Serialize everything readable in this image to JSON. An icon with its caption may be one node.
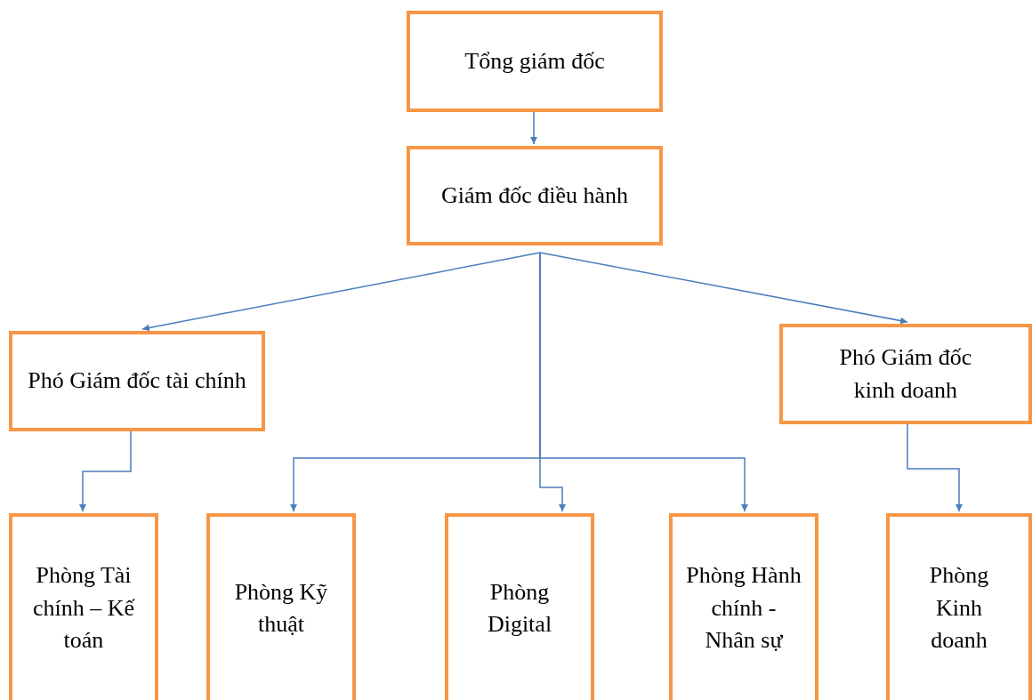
{
  "diagram": {
    "nodes": [
      {
        "text": [
          "Tổng giám đốc"
        ]
      },
      {
        "text": [
          "Giám đốc điều hành"
        ]
      },
      {
        "text": [
          "Phó Giám đốc tài chính"
        ]
      },
      {
        "text": [
          "Phó Giám đốc kinh doanh"
        ]
      },
      {
        "text": [
          "Phòng Tài chính – Kế toán"
        ]
      },
      {
        "text": [
          "Phòng Kỹ thuật"
        ]
      },
      {
        "text": [
          "Phòng Digital"
        ]
      },
      {
        "text": [
          "Phòng Hành chính - Nhân sự"
        ]
      },
      {
        "text": [
          "Phòng Kinh doanh"
        ]
      }
    ],
    "edges": [
      {
        "from": 0,
        "to": 1,
        "arrow": "to"
      },
      {
        "from": 1,
        "to": 2,
        "arrow": "to"
      },
      {
        "from": 1,
        "to": 3,
        "arrow": "to"
      },
      {
        "from": 1,
        "to": 5,
        "arrow": "to"
      },
      {
        "from": 1,
        "to": 6,
        "arrow": "to"
      },
      {
        "from": 1,
        "to": 7,
        "arrow": "to"
      },
      {
        "from": 2,
        "to": 4,
        "arrow": "to"
      },
      {
        "from": 3,
        "to": 8,
        "arrow": "to"
      }
    ]
  }
}
